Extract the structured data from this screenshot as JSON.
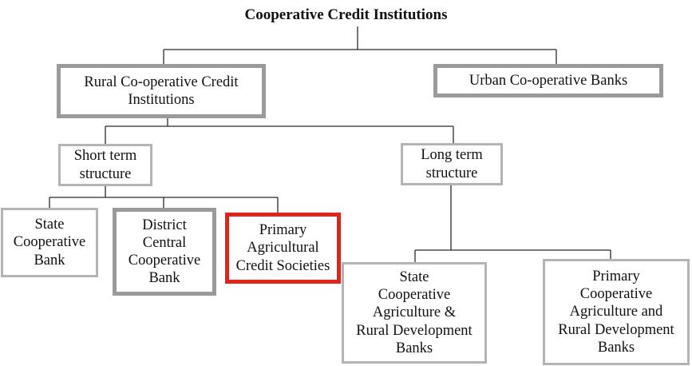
{
  "diagram": {
    "title": "Cooperative Credit Institutions",
    "nodes": {
      "rural": "Rural Co-operative Credit\nInstitutions",
      "urban": "Urban Co-operative Banks",
      "short_term": "Short term\nstructure",
      "long_term": "Long term\nstructure",
      "state_coop_bank": "State\nCooperative\nBank",
      "dccb": "District\nCentral\nCooperative\nBank",
      "pacs": "Primary\nAgricultural\nCredit Societies",
      "scardb": "State\nCooperative\nAgriculture &\nRural Development\nBanks",
      "pcardb": "Primary\nCooperative\nAgriculture and\nRural Development\nBanks"
    },
    "highlight_color": "#e0241b",
    "border_color": "#9a9a9a",
    "edges": [
      [
        "title",
        "rural"
      ],
      [
        "title",
        "urban"
      ],
      [
        "rural",
        "short_term"
      ],
      [
        "rural",
        "long_term"
      ],
      [
        "short_term",
        "state_coop_bank"
      ],
      [
        "short_term",
        "dccb"
      ],
      [
        "short_term",
        "pacs"
      ],
      [
        "long_term",
        "scardb"
      ],
      [
        "long_term",
        "pcardb"
      ]
    ]
  }
}
